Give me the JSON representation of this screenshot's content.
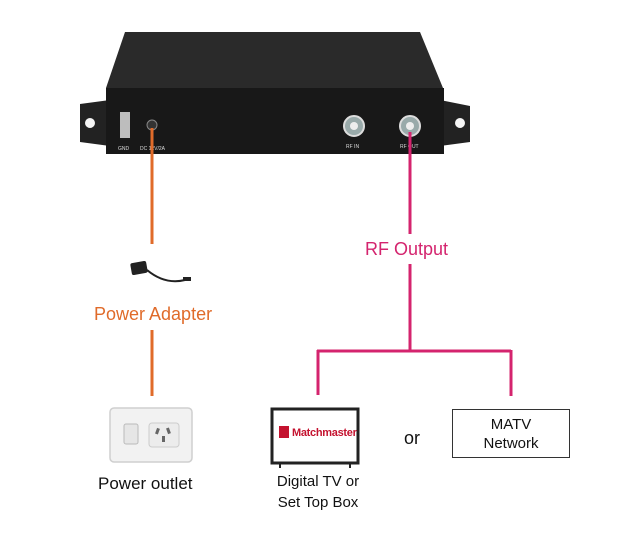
{
  "labels": {
    "power_adapter": "Power Adapter",
    "rf_output": "RF Output",
    "power_outlet": "Power outlet",
    "digital_tv_line1": "Digital TV or",
    "digital_tv_line2": "Set Top Box",
    "or": "or",
    "matv_line1": "MATV",
    "matv_line2": "Network"
  },
  "device": {
    "port_gnd": "GND",
    "port_dc": "DC 12V/2A",
    "port_rf_in": "RF IN",
    "port_rf_out": "RF OUT"
  },
  "tv": {
    "brand": "Matchmaster"
  },
  "colors": {
    "power_line": "#e06b2a",
    "rf_line": "#d4246e",
    "device_body": "#1c1c1c"
  }
}
